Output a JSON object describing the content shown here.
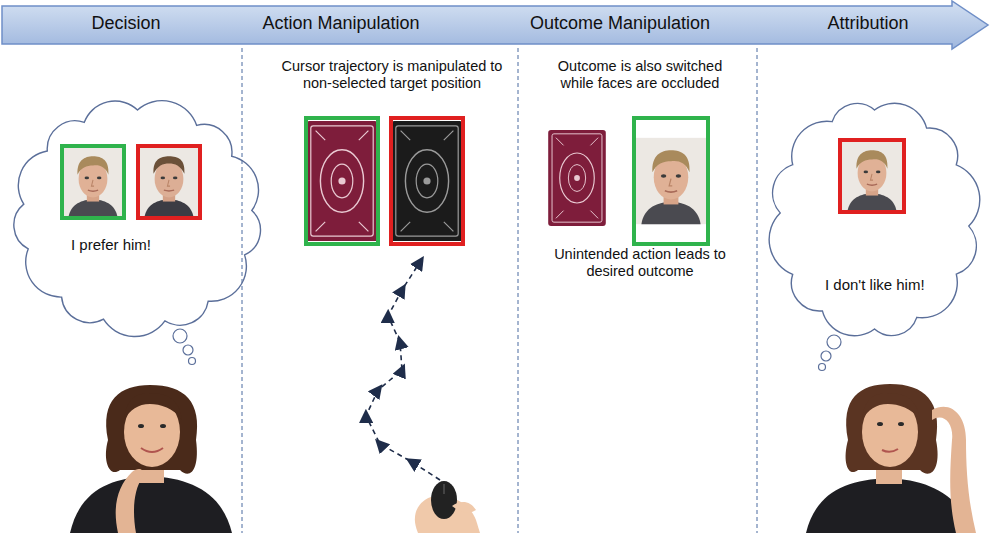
{
  "diagram": {
    "nodes": [
      {
        "text": [
          "I prefer him!"
        ]
      },
      {
        "text": [
          "I don't like him!"
        ]
      }
    ],
    "labels": [
      "Decision",
      "Action Manipulation",
      "Outcome Manipulation",
      "Attribution",
      "Cursor trajectory is manipulated to non-selected target position",
      "Outcome is also switched while faces are occluded",
      "Unintended action leads to desired outcome"
    ]
  }
}
